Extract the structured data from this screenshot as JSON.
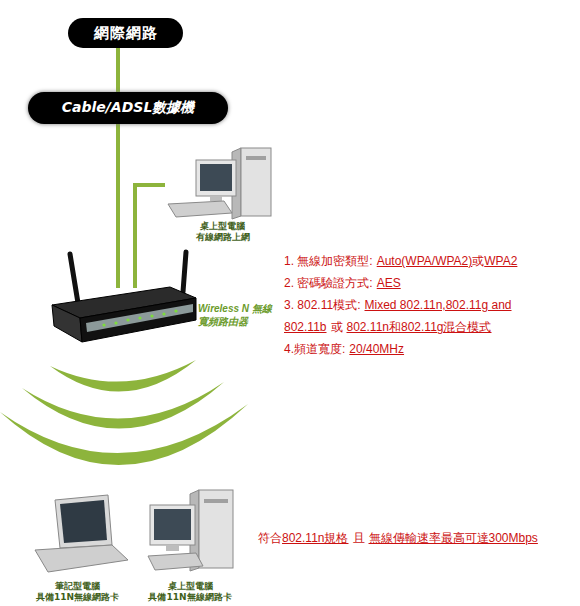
{
  "diagram": {
    "nodes": [
      {
        "text": [
          "網際網路"
        ]
      },
      {
        "text": [
          "Cable/ADSL數據機"
        ]
      },
      {
        "text": [
          "桌上型電腦 有線網路上網"
        ]
      },
      {
        "text": [
          "Wireless N 無線 寬頻路由器"
        ]
      },
      {
        "text": [
          "筆記型電腦 具備11N無線網路卡"
        ]
      },
      {
        "text": [
          "桌上型電腦 具備11N無線網路卡"
        ]
      }
    ],
    "edges": [
      {
        "from": 0,
        "to": 1,
        "arrow": "none"
      },
      {
        "from": 1,
        "to": 3,
        "arrow": "none"
      },
      {
        "from": 3,
        "to": 2,
        "arrow": "none"
      }
    ],
    "labels": [
      "1. 無線加密類型:",
      "Auto(WPA/WPA2)",
      "或",
      "WPA2",
      "2. 密碼驗證方式:",
      "AES",
      "3. 802.11模式:",
      "Mixed 802.11n,802.11g and 802.11b",
      "或",
      "802.11n和802.11g混合模式",
      "4.頻道寬度:",
      "20/40MHz",
      "符合",
      "802.11n規格",
      "且",
      "無線傳輸速率最高可達300Mbps"
    ]
  }
}
